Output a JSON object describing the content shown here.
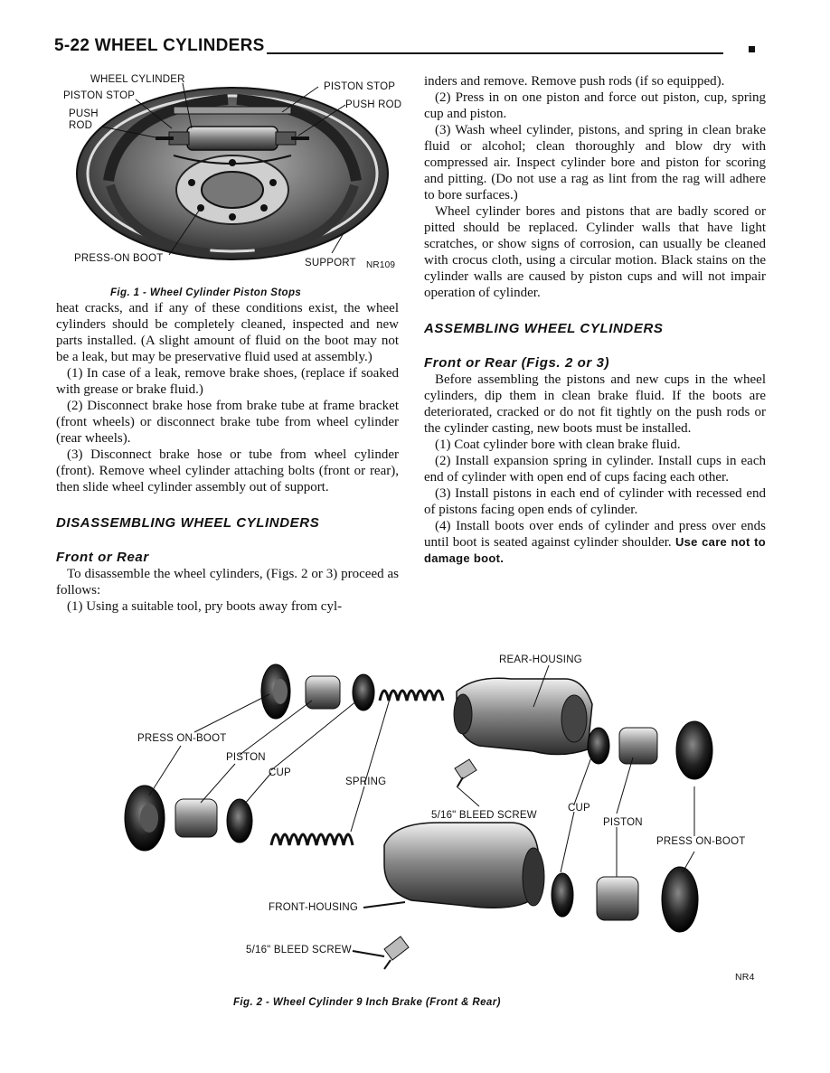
{
  "header": {
    "title": "5-22 WHEEL CYLINDERS"
  },
  "figure1": {
    "labels": {
      "wheel_cylinder": "WHEEL CYLINDER",
      "piston_stop_left": "PISTON STOP",
      "push_rod_left": "PUSH\nROD",
      "piston_stop_right": "PISTON STOP",
      "push_rod_right": "PUSH ROD",
      "press_on_boot": "PRESS-ON BOOT",
      "support": "SUPPORT",
      "code": "NR109"
    },
    "caption": "Fig. 1 - Wheel Cylinder Piston Stops"
  },
  "left_column": {
    "p1": "heat cracks, and if any of these conditions exist, the wheel cylinders should be completely cleaned, inspected and new parts installed. (A slight amount of fluid on the boot may not be a leak, but may be preservative fluid used at assembly.)",
    "p2": "(1) In case of a leak, remove brake shoes, (replace if soaked with grease or brake fluid.)",
    "p3": "(2) Disconnect brake hose from brake tube at frame bracket (front wheels) or disconnect brake tube from wheel cylinder (rear wheels).",
    "p4": "(3) Disconnect brake hose or tube from wheel cylinder (front). Remove wheel cylinder attaching bolts (front or rear), then slide wheel cylinder assembly out of support.",
    "heading1": "DISASSEMBLING WHEEL CYLINDERS",
    "heading2": "Front or Rear",
    "p5": "To disassemble the wheel cylinders, (Figs. 2 or 3) proceed as follows:",
    "p6": "(1) Using a suitable tool, pry boots away from cyl-"
  },
  "right_column": {
    "p1": "inders and remove. Remove push rods (if so equipped).",
    "p2": "(2) Press in on one piston and force out piston, cup, spring cup and piston.",
    "p3": "(3) Wash wheel cylinder, pistons, and spring in clean brake fluid or alcohol; clean thoroughly and blow dry with compressed air. Inspect cylinder bore and piston for scoring and pitting. (Do not use a rag as lint from the rag will adhere to bore surfaces.)",
    "p4": "Wheel cylinder bores and pistons that are badly scored or pitted should be replaced. Cylinder walls that have light scratches, or show signs of corrosion, can usually be cleaned with crocus cloth, using a circular motion. Black stains on the cylinder walls are caused by piston cups and will not impair operation of cylinder.",
    "heading1": "ASSEMBLING WHEEL CYLINDERS",
    "heading2": "Front or Rear (Figs. 2 or 3)",
    "p5": "Before assembling the pistons and new cups in the wheel cylinders, dip them in clean brake fluid. If the boots are deteriorated, cracked or do not fit tightly on the push rods or the cylinder casting, new boots must be installed.",
    "p6": "(1) Coat cylinder bore with clean brake fluid.",
    "p7": "(2) Install expansion spring in cylinder. Install cups in each end of cylinder with open end of cups facing each other.",
    "p8": "(3) Install pistons in each end of cylinder with recessed end of pistons facing open ends of cylinder.",
    "p9_text": "(4) Install boots over ends of cylinder and press over ends until boot is seated against cylinder shoulder. ",
    "p9_emph": "Use care not to damage boot."
  },
  "figure2": {
    "labels": {
      "rear_housing": "REAR-HOUSING",
      "press_on_boot_left": "PRESS ON-BOOT",
      "piston_left": "PISTON",
      "cup_left": "CUP",
      "spring": "SPRING",
      "bleed_screw_rear": "5/16\" BLEED SCREW",
      "cup_right": "CUP",
      "piston_right": "PISTON",
      "press_on_boot_right": "PRESS ON-BOOT",
      "front_housing": "FRONT-HOUSING",
      "bleed_screw_front": "5/16\" BLEED SCREW",
      "code": "NR4"
    },
    "caption": "Fig. 2 - Wheel Cylinder 9 Inch Brake (Front & Rear)"
  }
}
